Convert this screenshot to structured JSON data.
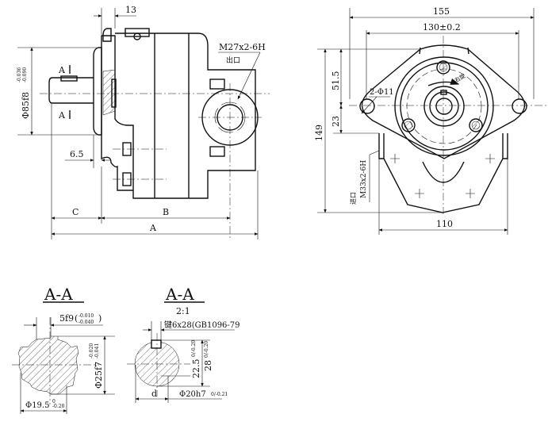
{
  "side_view": {
    "dim_13": "13",
    "outlet_thread": "M27x2-6H",
    "outlet_label": "出口",
    "flange_dia": "Φ85f8",
    "flange_tol_upper": "-0.036",
    "flange_tol_lower": "-0.090",
    "section_mark_top": "A",
    "section_mark_bottom": "A",
    "dim_6_5": "6.5",
    "dim_c": "C",
    "dim_b": "B",
    "dim_a": "A"
  },
  "front_view": {
    "dim_155": "155",
    "dim_130": "130±0.2",
    "dim_51_5": "51.5",
    "dim_23": "23",
    "dim_149": "149",
    "holes": "2-Φ11",
    "rotation": "右旋",
    "inlet_label": "进口",
    "inlet_thread": "M33x2-6H",
    "dim_110": "110"
  },
  "section_spline": {
    "title": "A-A",
    "key_width": "5f9",
    "key_tol_upper": "-0.010",
    "key_tol_lower": "-0.040",
    "outer_dia": "Φ25f7",
    "outer_tol_upper": "-0.020",
    "outer_tol_lower": "-0.041",
    "inner_dia": "Φ19.5",
    "inner_tol_upper": "0",
    "inner_tol_lower": "-0.20"
  },
  "section_key": {
    "title": "A-A",
    "scale": "2:1",
    "key_spec": "键6x28(GB1096-79",
    "dim_22_5": "22.5",
    "dim_22_5_tol": "0/-0.20",
    "dim_28": "28",
    "dim_28_tol": "0/-0.20",
    "dim_d": "d",
    "shaft_dia": "Φ20h7",
    "shaft_tol": "0/-0.21"
  }
}
